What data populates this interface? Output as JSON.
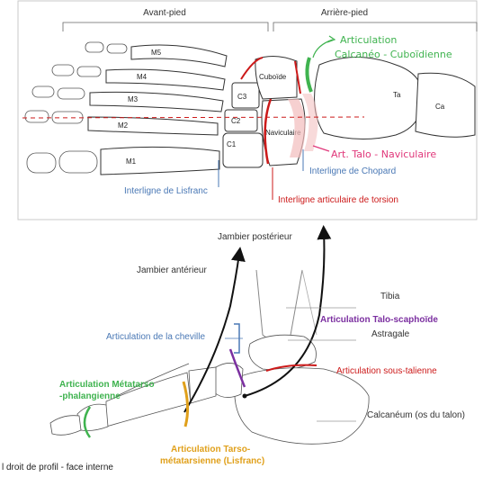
{
  "colors": {
    "green": "#3fb34f",
    "red": "#cc1a1a",
    "pink": "#e0377a",
    "blue": "#4a78b5",
    "purple": "#7b2fa0",
    "yellow": "#e0a01b",
    "blackArrow": "#111111",
    "frame": "#c9c9c9",
    "shade": "#f2bcbc"
  },
  "top": {
    "avant_pied": "Avant-pied",
    "arriere_pied": "Arrière-pied",
    "bones": {
      "m5": "M5",
      "m4": "M4",
      "m3": "M3",
      "m2": "M2",
      "m1": "M1",
      "c3": "C3",
      "c2": "C2",
      "c1": "C1",
      "cuboide": "Cuboïde",
      "naviculaire": "Naviculaire",
      "ta": "Ta",
      "ca": "Ca"
    },
    "art_calc_cub_1": "Articulation",
    "art_calc_cub_2": "Calcanéo - Cuboïdienne",
    "art_talo_nav": "Art. Talo - Naviculaire",
    "interligne_chopard": "Interligne de Chopard",
    "interligne_lisfranc": "Interligne de Lisfranc",
    "interligne_torsion": "Interligne articulaire de torsion"
  },
  "bottom": {
    "jambier_posterieur": "Jambier postérieur",
    "jambier_anterieur": "Jambier antérieur",
    "tibia": "Tibia",
    "art_talo_scaphoide": "Articulation Talo-scaphoïde",
    "art_cheville": "Articulation de la cheville",
    "astragale": "Astragale",
    "art_sous_talienne": "Articulation sous-talienne",
    "art_metatarso_1": "Articulation Métatarso",
    "art_metatarso_2": "-phalangienne",
    "calcaneum": "Calcanéum (os du talon)",
    "art_tarso_1": "Articulation Tarso-",
    "art_tarso_2": "métatarsienne (Lisfranc)",
    "caption": "l droit de profil - face interne"
  }
}
